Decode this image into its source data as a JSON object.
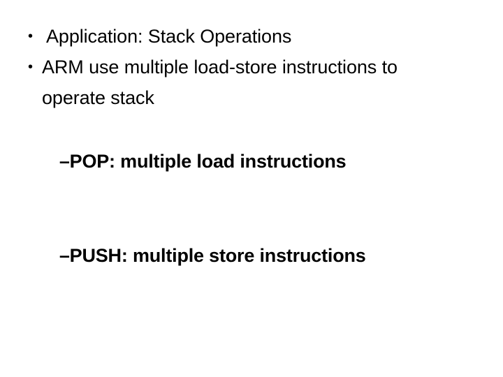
{
  "slide": {
    "background_color": "#ffffff",
    "text_color": "#000000",
    "bullet_glyph": "•",
    "dash_glyph": "–",
    "items": [
      {
        "level": 1,
        "bullet": "•",
        "text": "Application: Stack Operations",
        "bold": false
      },
      {
        "level": 1,
        "bullet": "•",
        "text": "ARM use multiple load-store instructions to operate stack",
        "bold": false
      },
      {
        "level": 2,
        "bullet": "–",
        "text": "POP: multiple load instructions",
        "bold": true
      },
      {
        "level": 2,
        "bullet": "–",
        "text": "PUSH: multiple store instructions",
        "bold": true
      }
    ]
  }
}
